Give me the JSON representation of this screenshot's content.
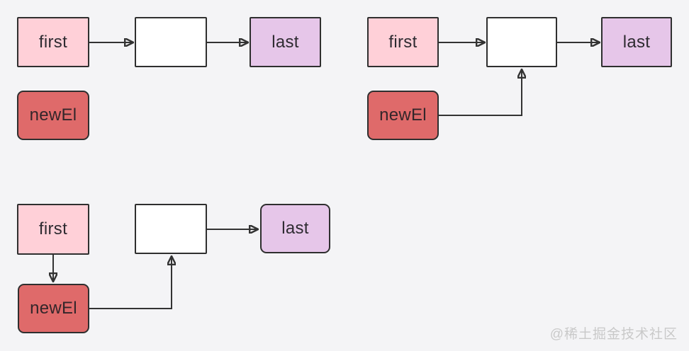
{
  "colors": {
    "background": "#f4f4f6",
    "first_fill": "#ffd0d8",
    "last_fill": "#e6c6e9",
    "newel_fill": "#df6a6a",
    "node_fill": "#ffffff",
    "stroke": "#2f2f2f",
    "arrow": "#333333",
    "watermark_text_color": "#c9c9c9"
  },
  "panels": [
    {
      "id": "top-left",
      "first_label": "first",
      "last_label": "last",
      "newel_label": "newEl"
    },
    {
      "id": "top-right",
      "first_label": "first",
      "last_label": "last",
      "newel_label": "newEl"
    },
    {
      "id": "bottom-left",
      "first_label": "first",
      "last_label": "last",
      "newel_label": "newEl"
    }
  ],
  "watermark": "@稀土掘金技术社区"
}
